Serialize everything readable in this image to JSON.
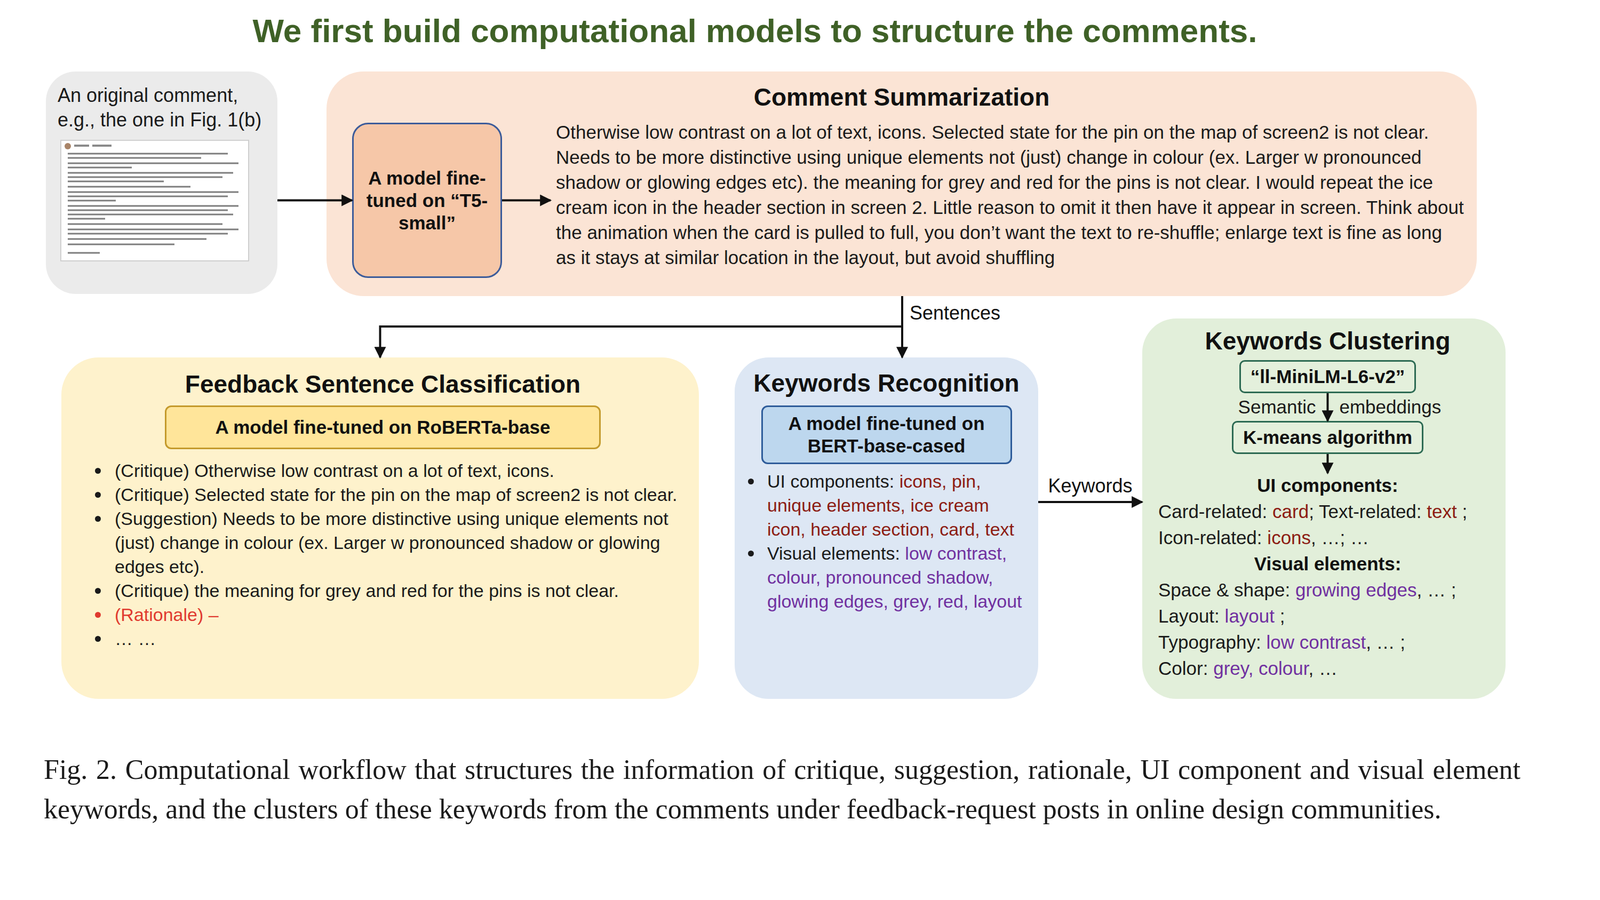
{
  "diagram": {
    "title": "We first build computational models to structure the comments.",
    "caption": "Fig. 2. Computational workflow that structures the information of critique, suggestion, rationale, UI component and visual element keywords, and the clusters of these keywords from the comments under feedback-request posts in online design communities.",
    "nodes": [
      {
        "text": [
          "An original comment, e.g., the one in Fig. 1(b)"
        ]
      },
      {
        "text": [
          "Comment Summarization",
          "Otherwise low contrast on a lot of text, icons. Selected state for the pin on the map of screen2 is not clear. Needs to be more distinctive using unique elements not (just) change in colour (ex. Larger w pronounced shadow or glowing edges etc). the meaning for grey and red for the pins is not clear. I would repeat the ice cream icon in the header section in screen 2. Little reason to omit it then have it appear in screen. Think about the animation when the card is pulled to full, you don’t want the text to re-shuffle; enlarge text is fine as long as it stays at similar location in the layout, but avoid shuffling"
        ]
      },
      {
        "text": [
          "A model fine-tuned on “T5-small”"
        ],
        "in": 1
      },
      {
        "text": [
          "Feedback Sentence Classification",
          "(Critique) Otherwise low contrast on a lot of text, icons.",
          "(Critique) Selected state for the pin on the map of screen2 is not clear.",
          "(Suggestion) Needs to be more distinctive using unique elements not (just) change in colour (ex. Larger w pronounced shadow or glowing edges etc).",
          "(Critique) the meaning for grey and red for the pins is not clear.",
          "(Rationale) –",
          "… …"
        ]
      },
      {
        "text": [
          "A model fine-tuned on RoBERTa-base"
        ],
        "in": 3
      },
      {
        "text": [
          "Keywords Recognition",
          "UI components:",
          "icons, pin, unique elements, ice cream icon, header section, card, text",
          "Visual elements:",
          "low contrast, colour, pronounced shadow, glowing edges, grey, red, layout"
        ]
      },
      {
        "text": [
          "A model fine-tuned on BERT-base-cased"
        ],
        "in": 5
      },
      {
        "text": [
          "Keywords Clustering",
          "UI components:",
          "Card-related:",
          "card",
          "; Text-related:",
          "text",
          ";",
          "Icon-related:",
          "icons",
          ", …; …",
          "Visual elements:",
          "Space & shape:",
          "growing edges",
          ", … ;",
          "Layout:",
          "layout",
          ";",
          "Typography:",
          "low contrast",
          ", … ;",
          "Color:",
          "grey, colour",
          ", …"
        ]
      },
      {
        "text": [
          "“ll-MiniLM-L6-v2”"
        ],
        "in": 7
      },
      {
        "text": [
          "K-means algorithm"
        ],
        "in": 7
      }
    ],
    "edges": [
      {
        "from": 0,
        "to": 2,
        "arrow": "to"
      },
      {
        "from": 1,
        "to": 3,
        "arrow": "to"
      },
      {
        "from": 1,
        "to": 5,
        "arrow": "to",
        "label": "Sentences"
      },
      {
        "from": 5,
        "to": 7,
        "arrow": "to",
        "label": "Keywords"
      },
      {
        "from": 8,
        "to": 9,
        "arrow": "to"
      }
    ],
    "labels": [
      "Semantic",
      "embeddings"
    ]
  }
}
